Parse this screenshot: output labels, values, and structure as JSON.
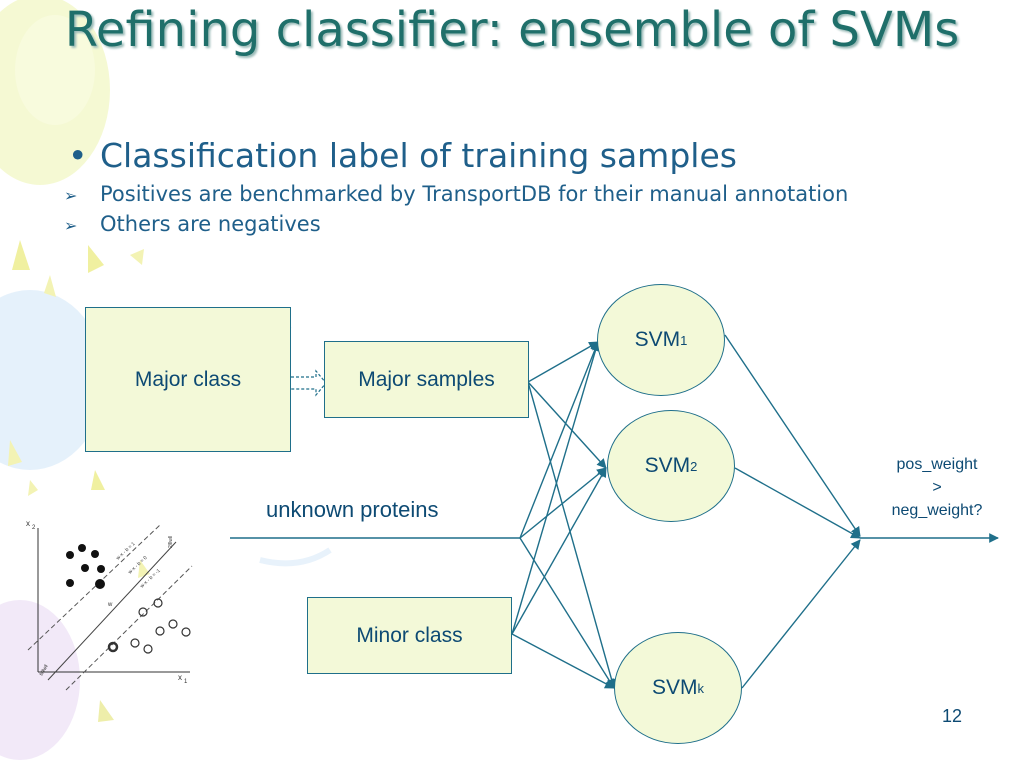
{
  "slide": {
    "title": "Refining classifier: ensemble of SVMs",
    "bullet": "Classification label of training samples",
    "sub_bullets": [
      "Positives are benchmarked by TransportDB for their manual annotation",
      "Others are negatives"
    ],
    "page_number": "12"
  },
  "diagram": {
    "major_class": "Major class",
    "major_samples": "Major samples",
    "minor_class": "Minor class",
    "unknown_proteins": "unknown proteins",
    "svm_base": "SVM",
    "svm_subscripts": [
      "1",
      "2",
      "k"
    ],
    "output_label_line1": "pos_weight",
    "output_label_line2": ">",
    "output_label_line3": "neg_weight?"
  },
  "inset_plot": {
    "axis_x": "x",
    "axis_x_sub": "1",
    "axis_y": "x",
    "axis_y_sub": "2",
    "margin_labels": [
      "w·x - b = 1",
      "w·x - b = 0",
      "w·x - b = -1"
    ],
    "margin_symbol": "2/‖w‖",
    "normal_label": "w",
    "offset_label": "b/‖w‖"
  },
  "colors": {
    "title": "#1f6f6a",
    "text": "#1f5f8a",
    "box_fill": "#f3f9d8",
    "line": "#1f6f8a"
  }
}
